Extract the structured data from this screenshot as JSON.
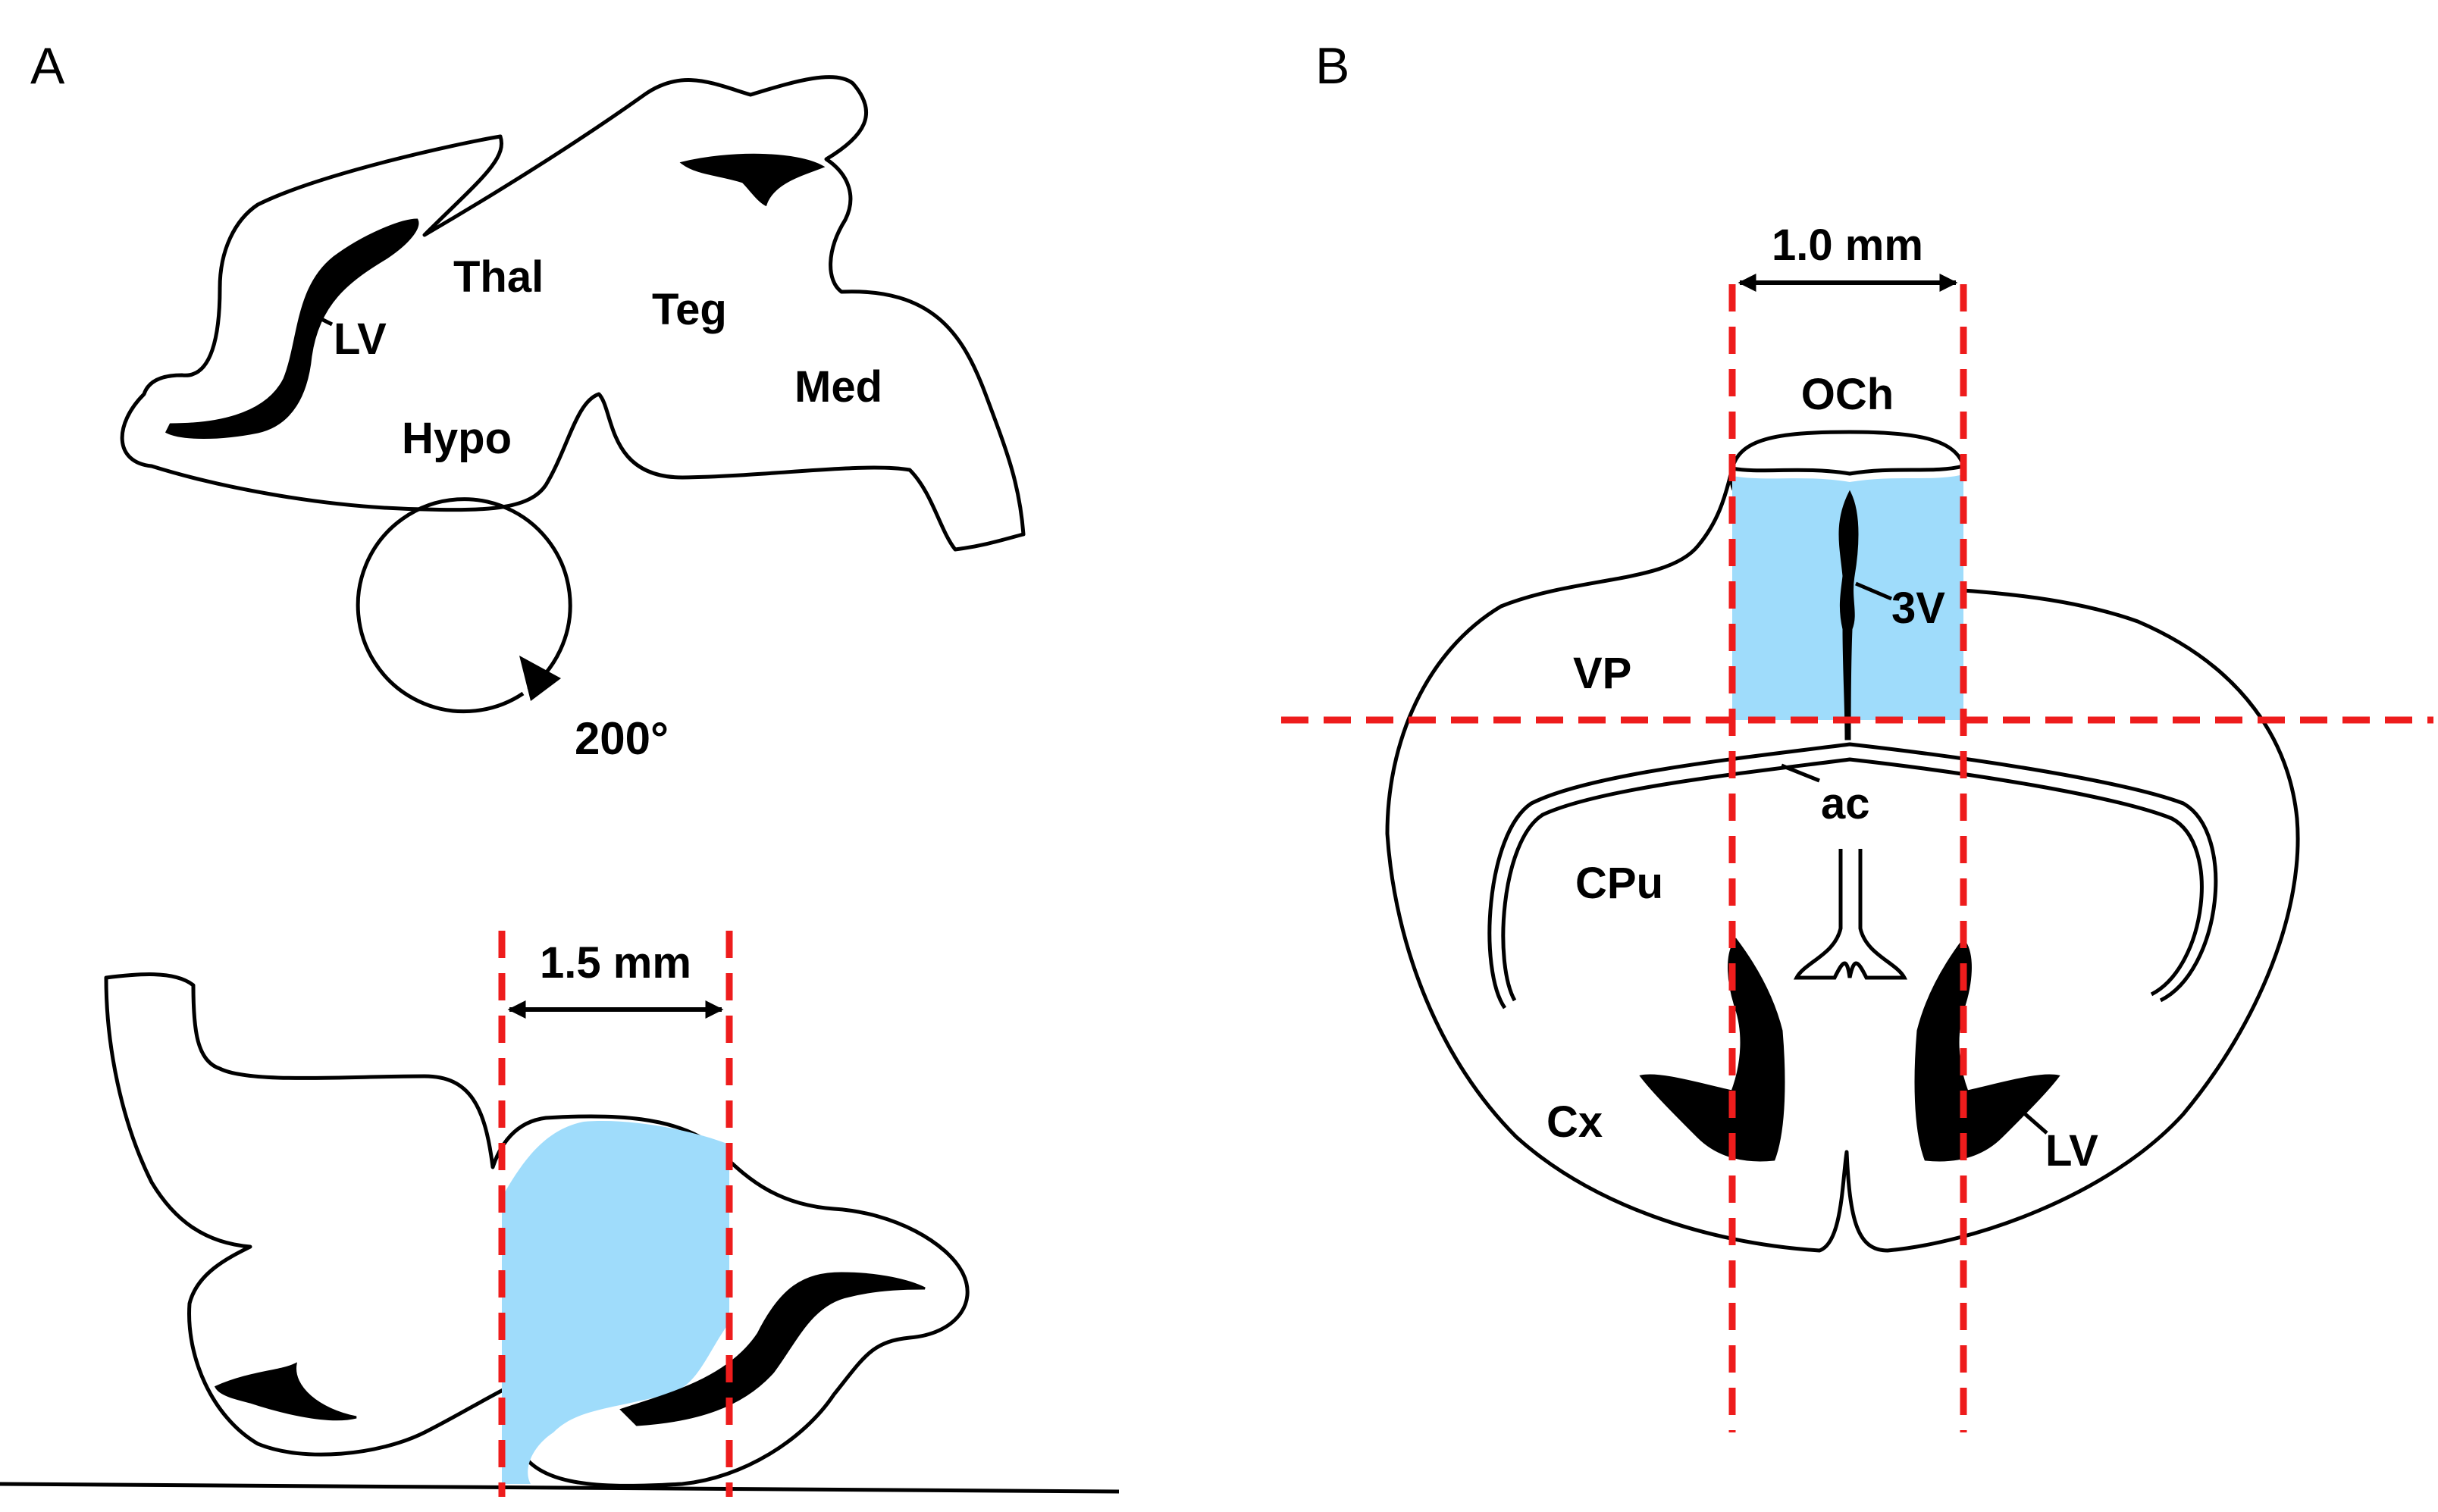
{
  "panel_a": {
    "letter": "A",
    "labels": {
      "lv": "LV",
      "thal": "Thal",
      "teg": "Teg",
      "med": "Med",
      "hypo": "Hypo"
    },
    "rotation_label": "200°",
    "cut_width_label": "1.5 mm"
  },
  "panel_b": {
    "letter": "B",
    "cut_width_label": "1.0 mm",
    "labels": {
      "och": "OCh",
      "third_ventricle": "3V",
      "vp": "VP",
      "ac": "ac",
      "cpu": "CPu",
      "cx": "Cx",
      "lv": "LV"
    }
  },
  "colors": {
    "cut_line": "#ee1c1c",
    "selected_region": "#9fdcfb",
    "outline": "#000000"
  }
}
